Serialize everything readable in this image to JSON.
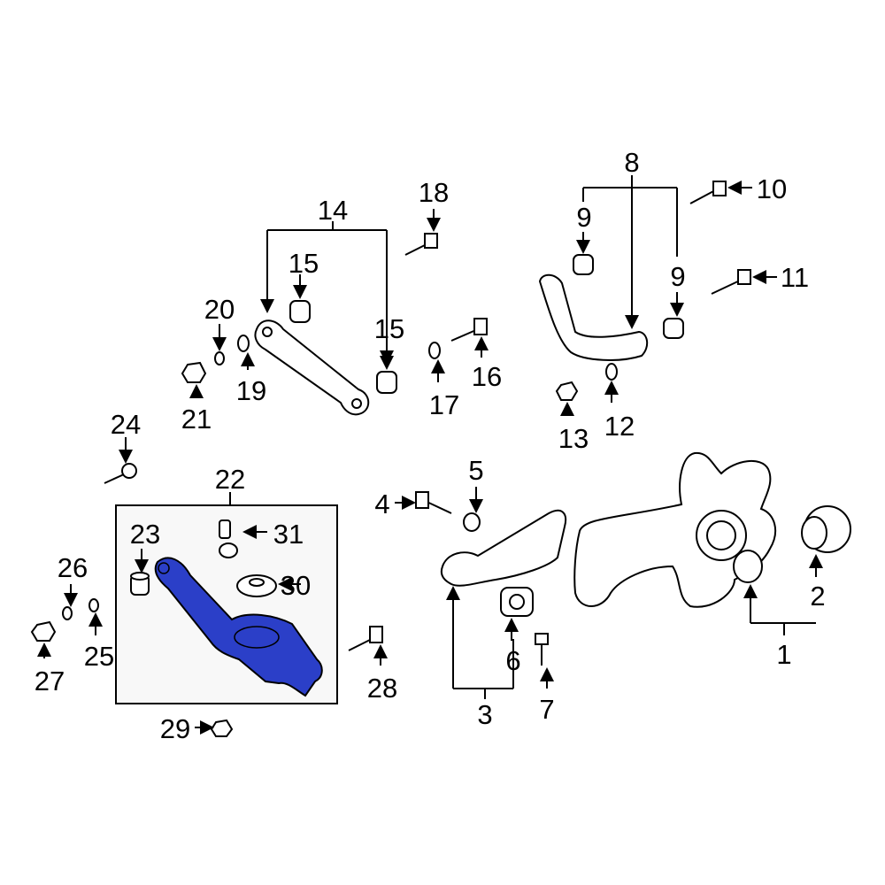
{
  "diagram": {
    "highlight_color": "#2b3fc8",
    "group_box_fill": "#f8f8f8",
    "callouts": {
      "c1": "1",
      "c2": "2",
      "c3": "3",
      "c4": "4",
      "c5": "5",
      "c6": "6",
      "c7": "7",
      "c8": "8",
      "c9a": "9",
      "c9b": "9",
      "c10": "10",
      "c11": "11",
      "c12": "12",
      "c13": "13",
      "c14": "14",
      "c15a": "15",
      "c15b": "15",
      "c16": "16",
      "c17": "17",
      "c18": "18",
      "c19": "19",
      "c20": "20",
      "c21": "21",
      "c22": "22",
      "c23": "23",
      "c24": "24",
      "c25": "25",
      "c26": "26",
      "c27": "27",
      "c28": "28",
      "c29": "29",
      "c30": "30",
      "c31": "31"
    }
  }
}
